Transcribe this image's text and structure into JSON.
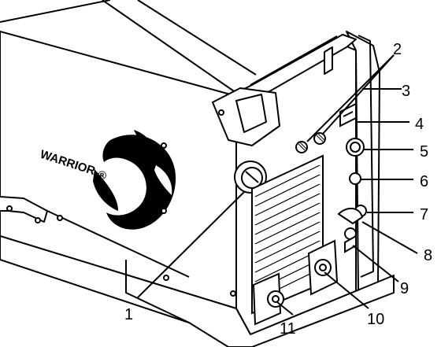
{
  "brand": "WARRIOR",
  "brand_mark": "®",
  "colors": {
    "line": "#000000",
    "body": "#ffffff",
    "panel": "#f2f2f2"
  },
  "callouts": [
    {
      "id": "1",
      "label": "1"
    },
    {
      "id": "2",
      "label": "2"
    },
    {
      "id": "3",
      "label": "3"
    },
    {
      "id": "4",
      "label": "4"
    },
    {
      "id": "5",
      "label": "5"
    },
    {
      "id": "6",
      "label": "6"
    },
    {
      "id": "7",
      "label": "7"
    },
    {
      "id": "8",
      "label": "8"
    },
    {
      "id": "9",
      "label": "9"
    },
    {
      "id": "10",
      "label": "10"
    },
    {
      "id": "11",
      "label": "11"
    }
  ]
}
